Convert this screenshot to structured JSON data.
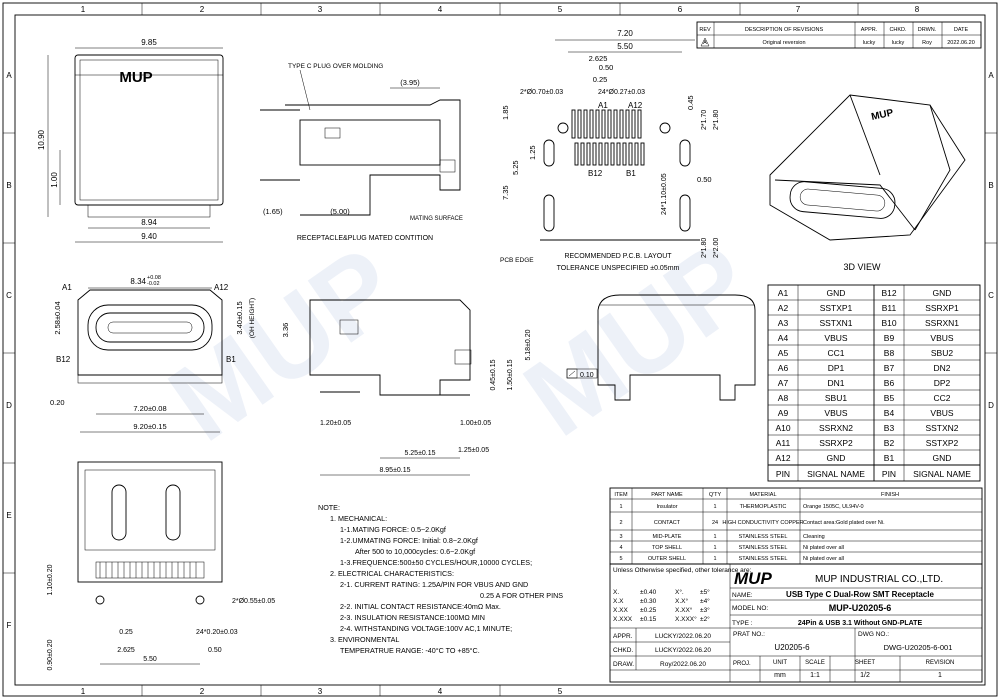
{
  "grid": {
    "cols": [
      "1",
      "2",
      "3",
      "4",
      "5",
      "6",
      "7",
      "8"
    ],
    "rows": [
      "A",
      "B",
      "C",
      "D",
      "E",
      "F"
    ]
  },
  "revision_table": {
    "headers": [
      "REV",
      "DESCRIPTION OF REVISIONS",
      "APPR.",
      "CHKD.",
      "DRWN.",
      "DATE"
    ],
    "row": {
      "rev": "A",
      "description": "Original reversion",
      "appr": "lucky",
      "chkd": "lucky",
      "drwn": "Roy",
      "date": "2022.06.20"
    }
  },
  "views": {
    "top": {
      "width_overall": "9.85",
      "height": "10.90",
      "dim_1_00": "1.00",
      "width_894": "8.94",
      "width_940": "9.40",
      "logo": "MUP"
    },
    "side_mated": {
      "plug_label": "TYPE C PLUG OVER MOLDING",
      "dim_395": "(3.95)",
      "dim_165": "(1.65)",
      "dim_500": "(5.00)",
      "mating_surface": "MATING SURFACE",
      "caption": "RECEPTACLE&PLUG MATED CONTITION"
    },
    "pcb": {
      "dim_720": "7.20",
      "dim_550": "5.50",
      "dim_2625": "2.625",
      "dim_050": "0.50",
      "dim_025": "0.25",
      "holes": "2*Ø0.70±0.03",
      "pads": "24*Ø0.27±0.03",
      "dim_185": "1.85",
      "dim_125": "1.25",
      "dim_525": "5.25",
      "dim_735": "7.35",
      "dim_045": "0.45",
      "dim_170": "2*1.70",
      "dim_180": "2*1.80",
      "slot_050": "0.50",
      "slot_110": "24*1.10±0.05",
      "dim_180b": "2*1.80",
      "dim_200": "2*2.00",
      "pin_a1": "A1",
      "pin_a12": "A12",
      "pin_b12": "B12",
      "pin_b1": "B1",
      "pcb_edge": "PCB EDGE",
      "caption": "RECOMMENDED  P.C.B. LAYOUT",
      "tolerance": "TOLERANCE UNSPECIFIED ±0.05mm"
    },
    "three_d": {
      "caption": "3D VIEW",
      "logo": "MUP"
    },
    "front": {
      "dim_834": "8.34",
      "tol_plus": "+0.08",
      "tol_minus": "-0.02",
      "dim_258": "2.58±0.04",
      "dim_340": "3.40±0.15",
      "oh_height": "(OH HEIGHT)",
      "pin_a1": "A1",
      "pin_a12": "A12",
      "pin_b12": "B12",
      "pin_b1": "B1",
      "dim_020": "0.20",
      "dim_720": "7.20±0.08",
      "dim_920": "9.20±0.15"
    },
    "side": {
      "dim_336": "3.36",
      "dim_045": "0.45±0.15",
      "dim_150": "1.50±0.15",
      "dim_518": "5.18±0.20",
      "dim_120": "1.20±0.05",
      "dim_100": "1.00±0.05",
      "dim_125": "1.25±0.05",
      "dim_525": "5.25±0.15",
      "dim_895": "8.95±0.15"
    },
    "end": {
      "flatness": "0.10"
    },
    "bottom": {
      "dim_110": "1.10±0.20",
      "dim_090": "0.90±0.20",
      "dim_055": "2*Ø0.55±0.05",
      "dim_025": "0.25",
      "dim_2625": "2.625",
      "dim_550": "5.50",
      "dim_050": "0.50",
      "dim_024": "24*0.20±0.03"
    }
  },
  "pin_table": {
    "rows": [
      [
        "A1",
        "GND",
        "B12",
        "GND"
      ],
      [
        "A2",
        "SSTXP1",
        "B11",
        "SSRXP1"
      ],
      [
        "A3",
        "SSTXN1",
        "B10",
        "SSRXN1"
      ],
      [
        "A4",
        "VBUS",
        "B9",
        "VBUS"
      ],
      [
        "A5",
        "CC1",
        "B8",
        "SBU2"
      ],
      [
        "A6",
        "DP1",
        "B7",
        "DN2"
      ],
      [
        "A7",
        "DN1",
        "B6",
        "DP2"
      ],
      [
        "A8",
        "SBU1",
        "B5",
        "CC2"
      ],
      [
        "A9",
        "VBUS",
        "B4",
        "VBUS"
      ],
      [
        "A10",
        "SSRXN2",
        "B3",
        "SSTXN2"
      ],
      [
        "A11",
        "SSRXP2",
        "B2",
        "SSTXP2"
      ],
      [
        "A12",
        "GND",
        "B1",
        "GND"
      ]
    ],
    "footer": [
      "PIN",
      "SIGNAL NAME",
      "PIN",
      "SIGNAL NAME"
    ]
  },
  "notes": {
    "title": "NOTE:",
    "lines": [
      "1. MECHANICAL:",
      "1-1.MATING  FORCE:  0.5~2.0Kgf",
      "1-2.UMMATING  FORCE:  Initial: 0.8~2.0Kgf",
      "After  500  to  10,000cycles:  0.6~2.0Kgf",
      "1-3.FREQUENCE:500±50 CYCLES/HOUR,10000  CYCLES;",
      "2. ELECTRICAL CHARACTERISTICS:",
      "2-1.  CURRENT RATING: 1.25A/PIN FOR VBUS AND GND",
      "0.25  A FOR OTHER PINS",
      "2-2.  INITIAL  CONTACT  RESISTANCE:40mΩ  Max.",
      "2-3.  INSULATION  RESISTANCE:100MΩ  MIN",
      "2-4.  WITHSTANDING  VOLTAGE:100V AC,1 MINUTE;",
      "3.  ENVIRONMENTAL",
      "TEMPERATRUE  RANGE:  -40°C TO  +85°C."
    ]
  },
  "bom": {
    "headers": [
      "ITEM",
      "PART NAME",
      "Q'TY",
      "MATERIAL",
      "FINISH"
    ],
    "rows": [
      [
        "1",
        "Insulator",
        "1",
        "THERMOPLASTIC",
        "Orange 1505C, UL94V-0"
      ],
      [
        "2",
        "CONTACT",
        "24",
        "HIGH CONDUCTIVITY COPPER",
        "Contact area:Gold plated over Ni."
      ],
      [
        "3",
        "MID-PLATE",
        "1",
        "STAINLESS STEEL",
        "Cleaning"
      ],
      [
        "4",
        "TOP SHELL",
        "1",
        "STAINLESS STEEL",
        "Ni plated over all"
      ],
      [
        "5",
        "OUTER SHELL",
        "1",
        "STAINLESS STEEL",
        "Ni plated over all"
      ]
    ]
  },
  "title_block": {
    "tolerance_note": "Unless Otherwise specified, other tolerance are:",
    "tolerances": [
      [
        "X.",
        "±0.40",
        "X°.",
        "±5°"
      ],
      [
        "X.X",
        "±0.30",
        "X.X°",
        "±4°"
      ],
      [
        "X.XX",
        "±0.25",
        "X.XX°",
        "±3°"
      ],
      [
        "X.XXX",
        "±0.15",
        "X.XXX°",
        "±2°"
      ]
    ],
    "logo": "MUP",
    "company": "MUP INDUSTRIAL CO.,LTD.",
    "name_label": "NAME:",
    "name": "USB Type C  Dual-Row SMT Receptacle",
    "model_label": "MODEL NO:",
    "model": "MUP-U20205-6",
    "type_label": "TYPE :",
    "type": "24Pin & USB 3.1 Without GND-PLATE",
    "appr_label": "APPR.",
    "appr": "LUCKY/2022.06.20",
    "chkd_label": "CHKD.",
    "chkd": "LUCKY/2022.06.20",
    "drwn_label": "DRAW.",
    "drwn": "Roy/2022.06.20",
    "part_no_label": "PRAT NO.:",
    "part_no": "U20205-6",
    "dwg_no_label": "DWG NO.:",
    "dwg_no": "DWG-U20205-6-001",
    "proj_label": "PROJ.",
    "unit_label": "UNIT",
    "unit": "mm",
    "scale_label": "SCALE",
    "scale": "1:1",
    "sheet_label": "SHEET",
    "sheet": "1/2",
    "rev_label": "REVISION",
    "rev": "1"
  },
  "watermark": "MUP"
}
